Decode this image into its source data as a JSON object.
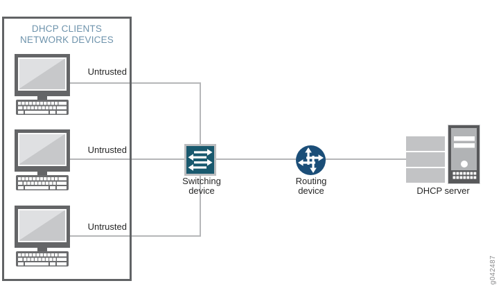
{
  "clients_box": {
    "title_line1": "DHCP CLIENTS",
    "title_line2": "NETWORK DEVICES"
  },
  "connections": {
    "untrusted_labels": [
      "Untrusted",
      "Untrusted",
      "Untrusted"
    ]
  },
  "devices": {
    "switching": "Switching device",
    "routing": "Routing device",
    "server": "DHCP server"
  },
  "figure_id": "g042487",
  "colors": {
    "switch_fill": "#19596e",
    "router_fill": "#1b4e78",
    "title_text": "#6e93ac",
    "connector_line": "#b5b6b8",
    "icon_dark_gray": "#616365",
    "icon_light_gray": "#c2c3c5"
  }
}
